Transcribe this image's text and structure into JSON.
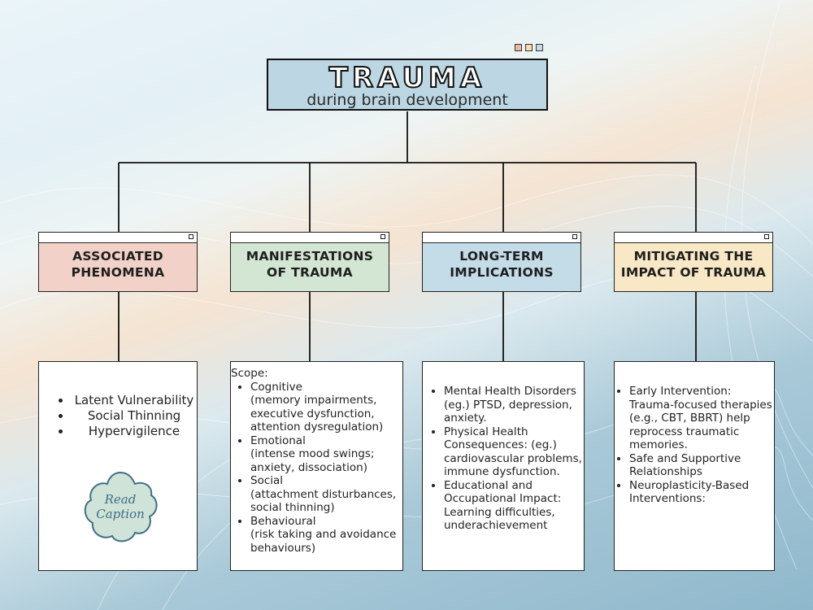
{
  "header": {
    "title": "TRAUMA",
    "subtitle": "during brain development"
  },
  "colors": {
    "title_box": "#bcd7e3",
    "associated": "#f2d2c8",
    "manifestations": "#d3e6d3",
    "long_term": "#c4dce8",
    "mitigating": "#f8e8c6",
    "dot1": "#f0b8a0",
    "dot2": "#f6dcae",
    "dot3": "#c6dde9"
  },
  "categories": [
    {
      "line1": "ASSOCIATED",
      "line2": "PHENOMENA",
      "details": [
        "Latent Vulnerability",
        "Social Thinning",
        "Hypervigilence"
      ]
    },
    {
      "line1": "MANIFESTATIONS",
      "line2": "OF TRAUMA",
      "scope_label": "Scope:",
      "details": [
        {
          "head": "Cognitive",
          "sub": "(memory impairments, executive dysfunction, attention dysregulation)"
        },
        {
          "head": "Emotional",
          "sub": "(intense mood swings; anxiety, dissociation)"
        },
        {
          "head": "Social",
          "sub": "(attachment disturbances, social thinning)"
        },
        {
          "head": "Behavioural",
          "sub": "(risk taking and avoidance behaviours)"
        }
      ]
    },
    {
      "line1": "LONG-TERM",
      "line2": "IMPLICATIONS",
      "details": [
        "Mental Health Disorders (eg.) PTSD, depression, anxiety.",
        "Physical Health Consequences: (eg.) cardiovascular problems, immune dysfunction.",
        "Educational and Occupational Impact: Learning difficulties, underachievement"
      ]
    },
    {
      "line1": "MITIGATING THE",
      "line2": "IMPACT OF TRAUMA",
      "details": [
        "Early Intervention: Trauma-focused therapies (e.g., CBT, BBRT) help reprocess traumatic memories.",
        "Safe and Supportive Relationships",
        "Neuroplasticity-Based Interventions:"
      ]
    }
  ],
  "badge": {
    "line1": "Read",
    "line2": "Caption"
  }
}
